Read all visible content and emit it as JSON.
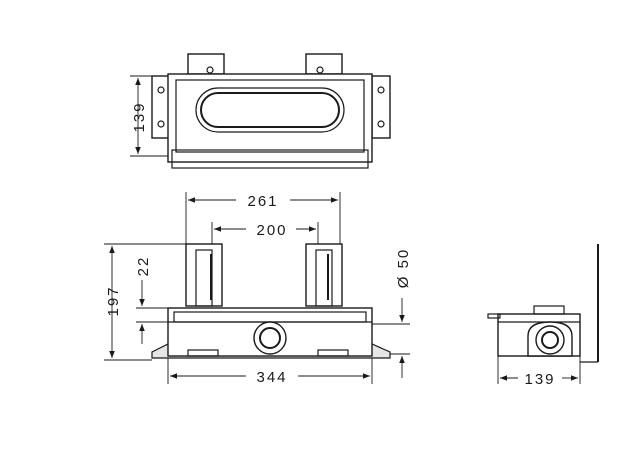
{
  "dimensions": {
    "top_height": "139",
    "overall_width": "261",
    "inner_width": "200",
    "diameter": "Ø 50",
    "height": "197",
    "offset": "22",
    "base_width": "344",
    "side_depth": "139"
  }
}
